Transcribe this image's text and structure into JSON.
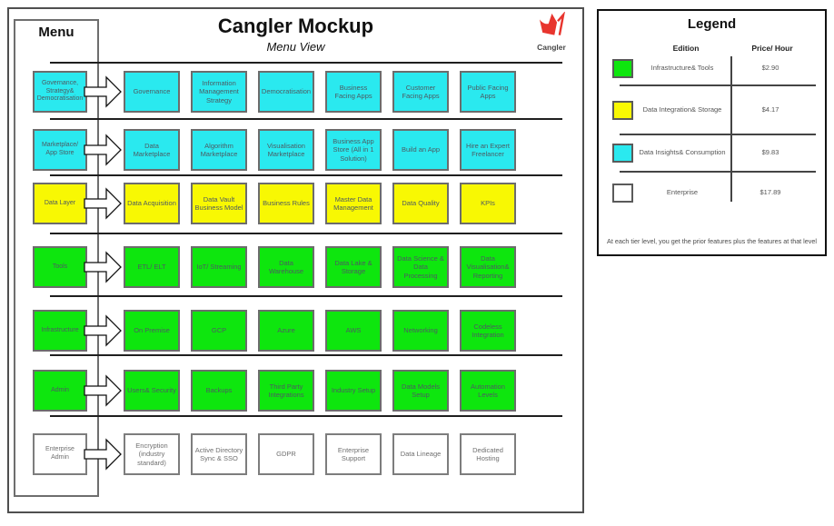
{
  "main": {
    "title": "Cangler Mockup",
    "subtitle": "Menu View",
    "menu_label": "Menu",
    "logo_label": "Cangler",
    "logo_color": "#e8352e"
  },
  "tiers": {
    "cyan": "#2ae9ef",
    "yellow": "#f8f803",
    "green": "#0ee60e",
    "white": "#ffffff"
  },
  "rows": [
    {
      "name": "governance-strategy-democratisation",
      "tier": "cyan",
      "source": "Governance, Strategy& Democratisation",
      "items": [
        "Governance",
        "Information Management Strategy",
        "Democratisation",
        "Business Facing Apps",
        "Customer Facing Apps",
        "Public Facing Apps"
      ]
    },
    {
      "name": "marketplace-app-store",
      "tier": "cyan",
      "source": "Marketplace/ App Store",
      "items": [
        "Data Marketplace",
        "Algorithm Marketplace",
        "Visualisation Marketplace",
        "Business App Store (All in 1 Solution)",
        "Build an App",
        "Hire an Expert Freelancer"
      ]
    },
    {
      "name": "data-layer",
      "tier": "yellow",
      "source": "Data Layer",
      "items": [
        "Data Acquisition",
        "Data Vault Business Model",
        "Business Rules",
        "Master Data Management",
        "Data Quality",
        "KPIs"
      ]
    },
    {
      "name": "tools",
      "tier": "green",
      "source": "Tools",
      "items": [
        "ETL/ ELT",
        "IoT/ Streaming",
        "Data Warehouse",
        "Data Lake & Storage",
        "Data Science & Data Processing",
        "Data Visualisation& Reporting"
      ]
    },
    {
      "name": "infrastructure",
      "tier": "green",
      "source": "Infrastructure",
      "items": [
        "On Premise",
        "GCP",
        "Azure",
        "AWS",
        "Networking",
        "Codeless Integration"
      ]
    },
    {
      "name": "admin",
      "tier": "green",
      "source": "Admin",
      "items": [
        "Users& Security",
        "Backups",
        "Third Party Integrations",
        "Industry Setup",
        "Data Models Setup",
        "Automation Levels"
      ]
    },
    {
      "name": "enterprise-admin",
      "tier": "white",
      "source": "Enterprise Admin",
      "items": [
        "Encryption (industry standard)",
        "Active Directory Sync & SSO",
        "GDPR",
        "Enterprise Support",
        "Data Lineage",
        "Dedicated Hosting"
      ]
    }
  ],
  "legend": {
    "title": "Legend",
    "edition_header": "Edition",
    "price_header": "Price/ Hour",
    "rows": [
      {
        "tier": "green",
        "edition": "Infrastructure& Tools",
        "price": "$2.90"
      },
      {
        "tier": "yellow",
        "edition": "Data Integration& Storage",
        "price": "$4.17"
      },
      {
        "tier": "cyan",
        "edition": "Data Insights& Consumption",
        "price": "$9.83"
      },
      {
        "tier": "white",
        "edition": "Enterprise",
        "price": "$17.89"
      }
    ],
    "note": "At each tier level, you get the prior features plus the features at that level"
  }
}
